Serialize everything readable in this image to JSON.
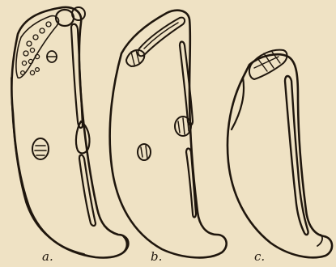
{
  "figure": {
    "paper_color": "#efe2c4",
    "ink_color": "#1f160d",
    "panels": [
      {
        "id": "a",
        "label": "a."
      },
      {
        "id": "b",
        "label": "b."
      },
      {
        "id": "c",
        "label": "c."
      }
    ]
  }
}
